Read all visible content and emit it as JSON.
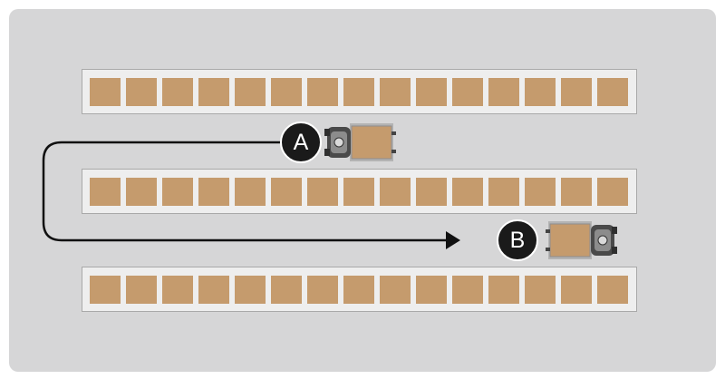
{
  "diagram": {
    "racks": [
      {
        "pallet_count": 15
      },
      {
        "pallet_count": 15
      },
      {
        "pallet_count": 15
      }
    ],
    "markers": {
      "start": "A",
      "end": "B"
    },
    "colors": {
      "floor": "#d6d6d7",
      "rack": "#eeeeee",
      "pallet": "#c59b6d",
      "path": "#111111",
      "marker": "#1a1a1a"
    },
    "icons": [
      "forklift-icon"
    ]
  }
}
